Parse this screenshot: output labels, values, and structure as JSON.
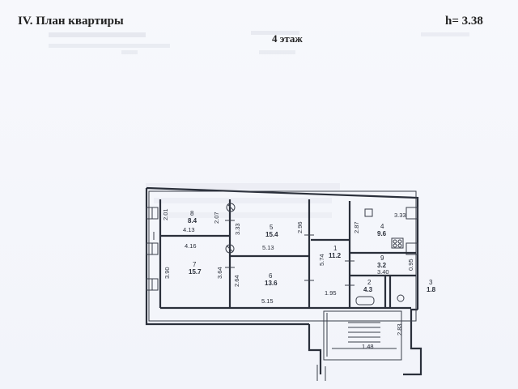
{
  "header": {
    "title": "IV. План квартиры",
    "floor": "4 этаж",
    "height": "h= 3.38"
  },
  "rooms": [
    {
      "id": "r1",
      "number": "1",
      "area": "11.2"
    },
    {
      "id": "r2",
      "number": "2",
      "area": "4.3"
    },
    {
      "id": "r3",
      "number": "3",
      "area": "1.8"
    },
    {
      "id": "r4",
      "number": "4",
      "area": "9.6"
    },
    {
      "id": "r5",
      "number": "5",
      "area": "15.4"
    },
    {
      "id": "r6",
      "number": "6",
      "area": "13.6"
    },
    {
      "id": "r7",
      "number": "7",
      "area": "15.7"
    },
    {
      "id": "r8",
      "number": "8",
      "area": "8.4"
    },
    {
      "id": "r9",
      "number": "9",
      "area": "3.2"
    }
  ],
  "dimensions": {
    "d_201": "2.01",
    "d_413": "4.13",
    "d_207": "2.07",
    "d_333": "3.33",
    "d_416": "4.16",
    "d_513": "5.13",
    "d_296": "2.96",
    "d_287": "2.87",
    "d_333b": "3.33",
    "d_574": "5.74",
    "d_095": "0.95",
    "d_340": "3.40",
    "d_390": "3.90",
    "d_364": "3.64",
    "d_264": "2.64",
    "d_515": "5.15",
    "d_195": "1.95",
    "d_283": "2.83",
    "d_148": "1.48"
  }
}
